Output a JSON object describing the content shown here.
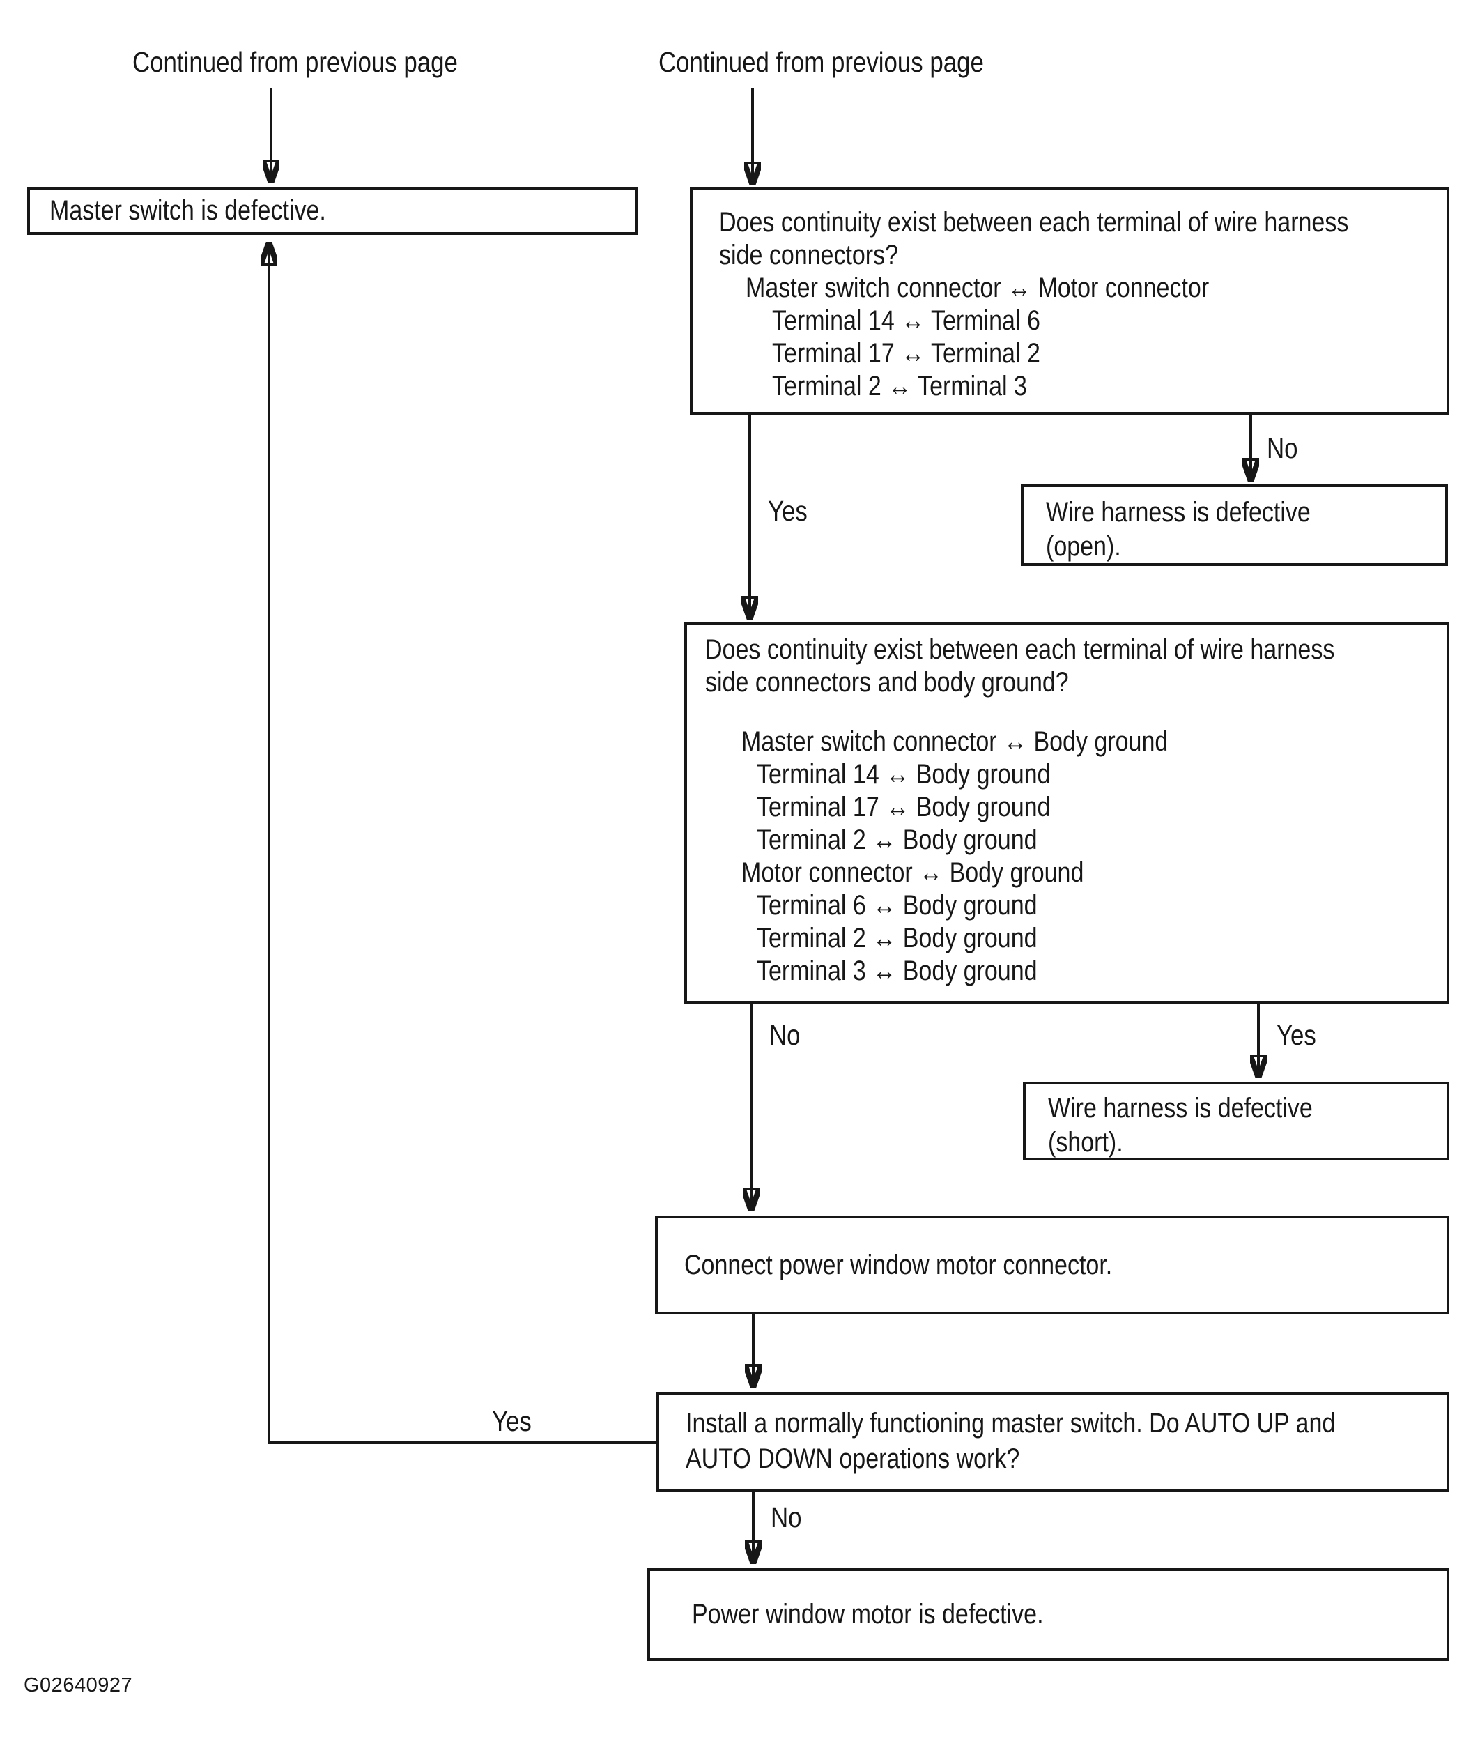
{
  "figure_code": "G02640927",
  "headers": {
    "left_continued": "Continued from previous page",
    "right_continued": "Continued from previous page"
  },
  "edge_labels": {
    "q1_yes": "Yes",
    "q1_no": "No",
    "q2_yes": "Yes",
    "q2_no": "No",
    "install_yes": "Yes",
    "install_no": "No"
  },
  "boxes": {
    "master_defective": {
      "text": "Master switch is defective."
    },
    "continuity_connectors": {
      "question_line1": "Does continuity exist between each terminal of wire harness",
      "question_line2": "side connectors?",
      "group_header": "Master switch connector ↔ Motor connector",
      "checks": [
        "Terminal 14 ↔ Terminal 6",
        "Terminal 17 ↔ Terminal 2",
        "Terminal 2 ↔ Terminal 3"
      ]
    },
    "harness_open": {
      "line1": "Wire harness is defective",
      "line2": "(open)."
    },
    "continuity_ground": {
      "question_line1": "Does continuity exist between each terminal of wire harness",
      "question_line2": "side connectors and body ground?",
      "group1_header": "Master switch connector ↔ Body ground",
      "group1_checks": [
        "Terminal 14 ↔ Body ground",
        "Terminal 17 ↔ Body ground",
        "Terminal 2 ↔ Body ground"
      ],
      "group2_header": "Motor connector ↔ Body ground",
      "group2_checks": [
        "Terminal 6 ↔ Body ground",
        "Terminal 2 ↔ Body ground",
        "Terminal 3 ↔ Body ground"
      ]
    },
    "harness_short": {
      "line1": "Wire harness is defective",
      "line2": "(short)."
    },
    "connect_motor": {
      "text": "Connect power window motor connector."
    },
    "install_master": {
      "line1": "Install a normally functioning master switch. Do AUTO UP and",
      "line2": "AUTO DOWN operations work?"
    },
    "motor_defective": {
      "text": "Power window motor is defective."
    }
  }
}
